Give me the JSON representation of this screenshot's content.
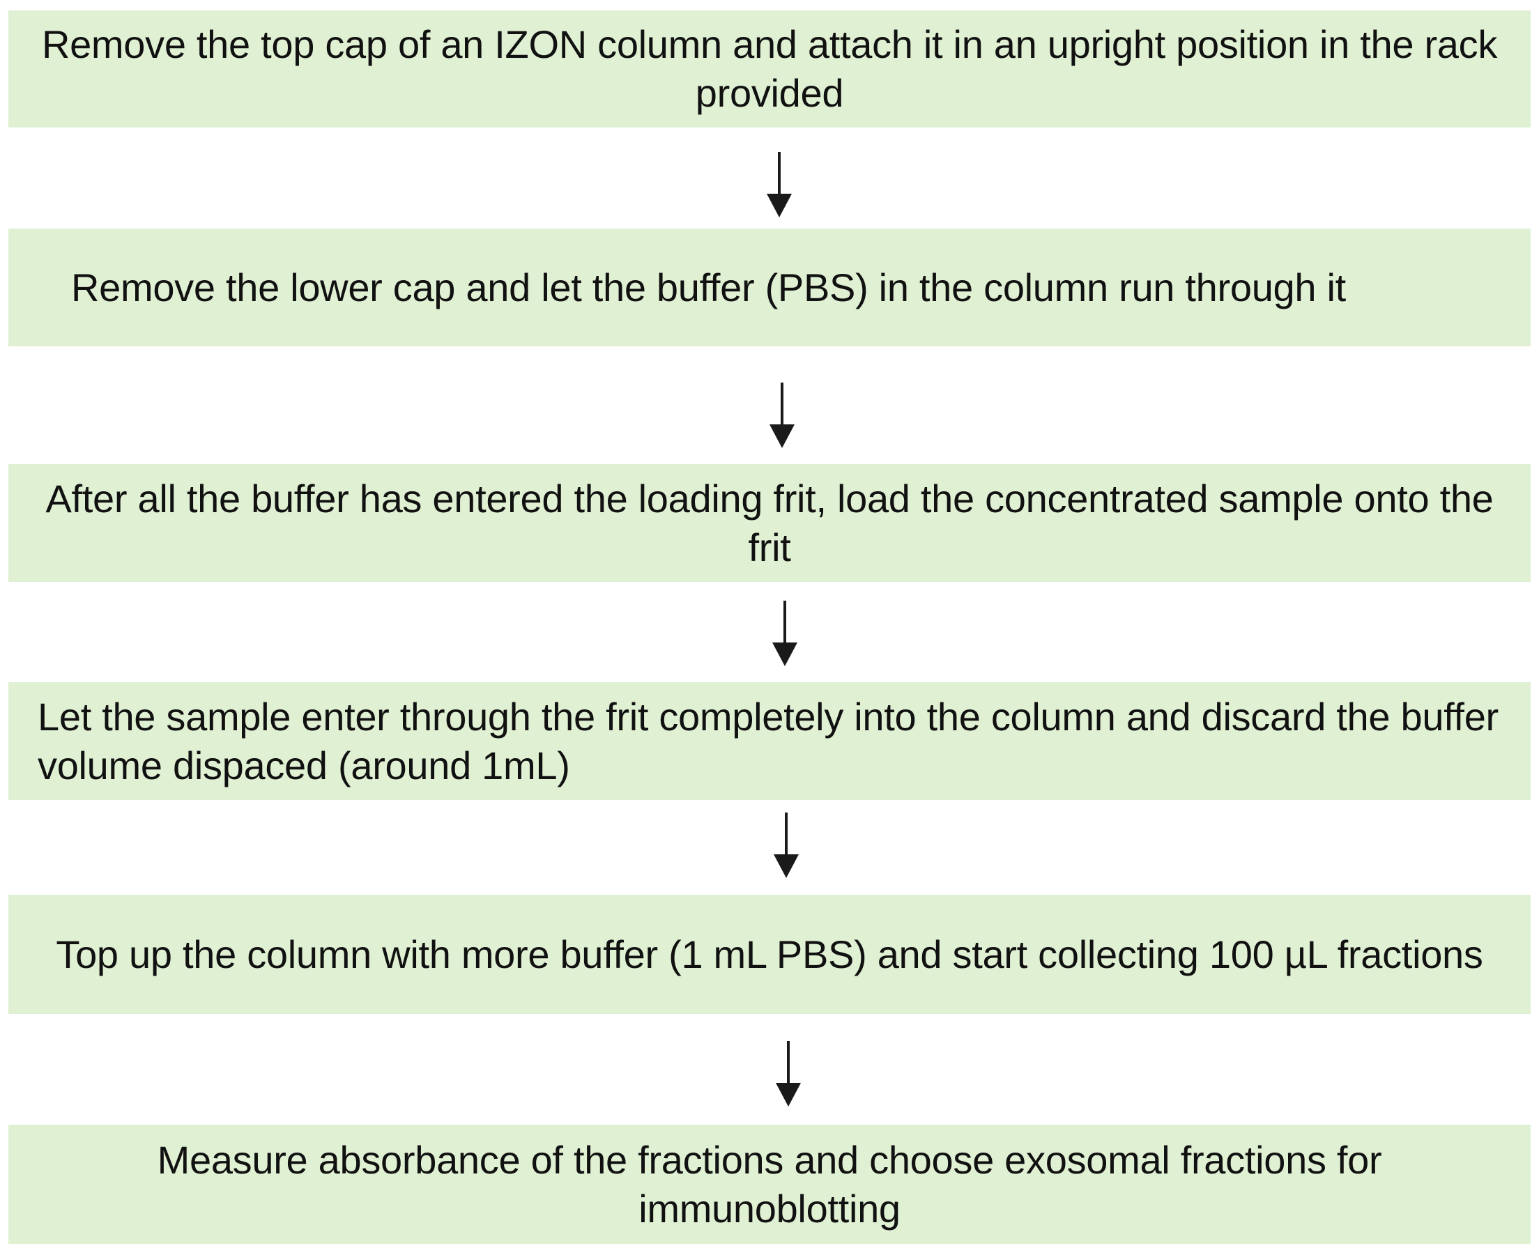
{
  "diagram": {
    "type": "flowchart",
    "box_color": "#e0f0d3",
    "arrow_color": "#1a1a1a",
    "steps": [
      {
        "label": "Remove the top cap of an IZON column and attach it in an upright position in the rack provided"
      },
      {
        "label": "Remove the lower cap and let the buffer (PBS) in the column run through it"
      },
      {
        "label": "After all the buffer has entered the loading frit, load the concentrated sample onto the frit"
      },
      {
        "label": "Let the sample enter through the frit completely into the column and discard the buffer volume dispaced (around 1mL)"
      },
      {
        "label": "Top up the column with more buffer (1 mL PBS) and start collecting 100 µL fractions"
      },
      {
        "label": "Measure absorbance of the fractions and choose exosomal fractions for immunoblotting"
      }
    ],
    "connectors": [
      {
        "from": 1,
        "to": 2,
        "icon": "arrow-down-icon"
      },
      {
        "from": 2,
        "to": 3,
        "icon": "arrow-down-icon"
      },
      {
        "from": 3,
        "to": 4,
        "icon": "arrow-down-icon"
      },
      {
        "from": 4,
        "to": 5,
        "icon": "arrow-down-icon"
      },
      {
        "from": 5,
        "to": 6,
        "icon": "arrow-down-icon"
      }
    ]
  }
}
